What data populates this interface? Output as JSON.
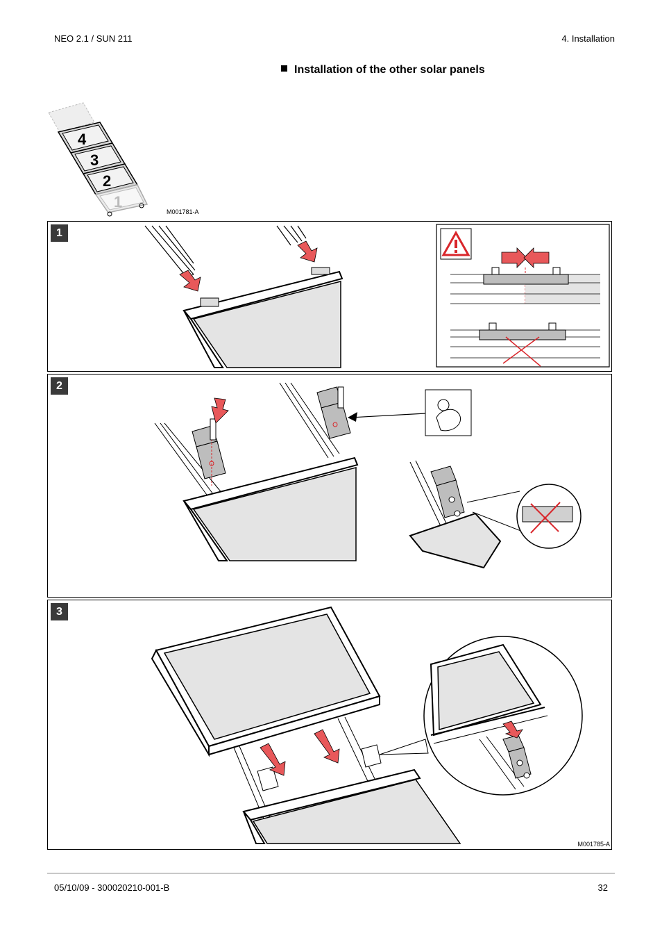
{
  "header": {
    "left": "NEO 2.1 / SUN 211",
    "right": "4.  Installation"
  },
  "section": {
    "title": "Installation of the other solar panels"
  },
  "overview": {
    "panel_numbers": [
      "4",
      "3",
      "2",
      "1"
    ],
    "code": "M001781-A"
  },
  "steps": [
    {
      "number": "1"
    },
    {
      "number": "2"
    },
    {
      "number": "3",
      "code": "M001785-A"
    }
  ],
  "footer": {
    "left": "05/10/09  - 300020210-001-B",
    "page": "32"
  },
  "colors": {
    "arrow": "#e8585a",
    "panel_fill": "#e4e4e4",
    "step_badge": "#3a3a3a",
    "warning": "#d9262b"
  }
}
